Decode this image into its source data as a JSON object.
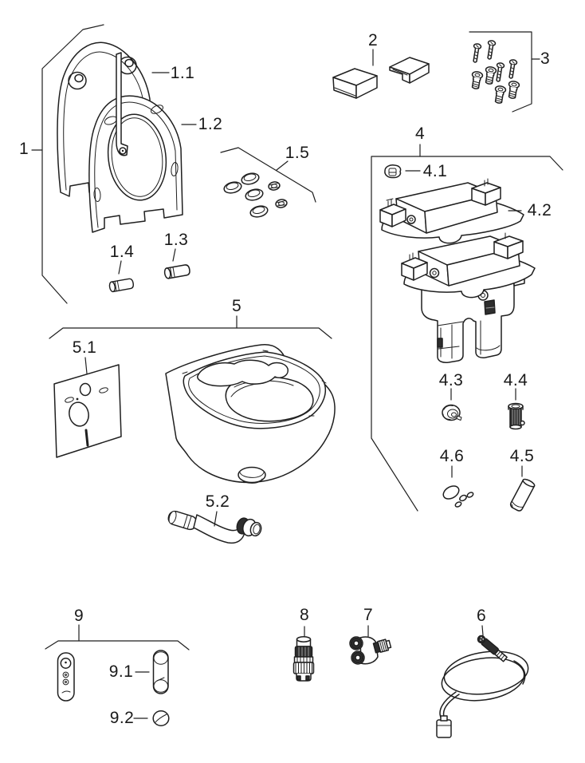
{
  "diagram": {
    "type": "exploded-parts-diagram",
    "colors": {
      "background": "#ffffff",
      "line": "#1f1f1f",
      "dark_fill": "#2e2e2e"
    },
    "labels": {
      "n1": "1",
      "n1_1": "1.1",
      "n1_2": "1.2",
      "n1_3": "1.3",
      "n1_4": "1.4",
      "n1_5": "1.5",
      "n2": "2",
      "n3": "3",
      "n4": "4",
      "n4_1": "4.1",
      "n4_2": "4.2",
      "n4_3": "4.3",
      "n4_4": "4.4",
      "n4_5": "4.5",
      "n4_6": "4.6",
      "n5": "5",
      "n5_1": "5.1",
      "n5_2": "5.2",
      "n6": "6",
      "n7": "7",
      "n8": "8",
      "n9": "9",
      "n9_1": "9.1",
      "n9_2": "9.2"
    }
  }
}
